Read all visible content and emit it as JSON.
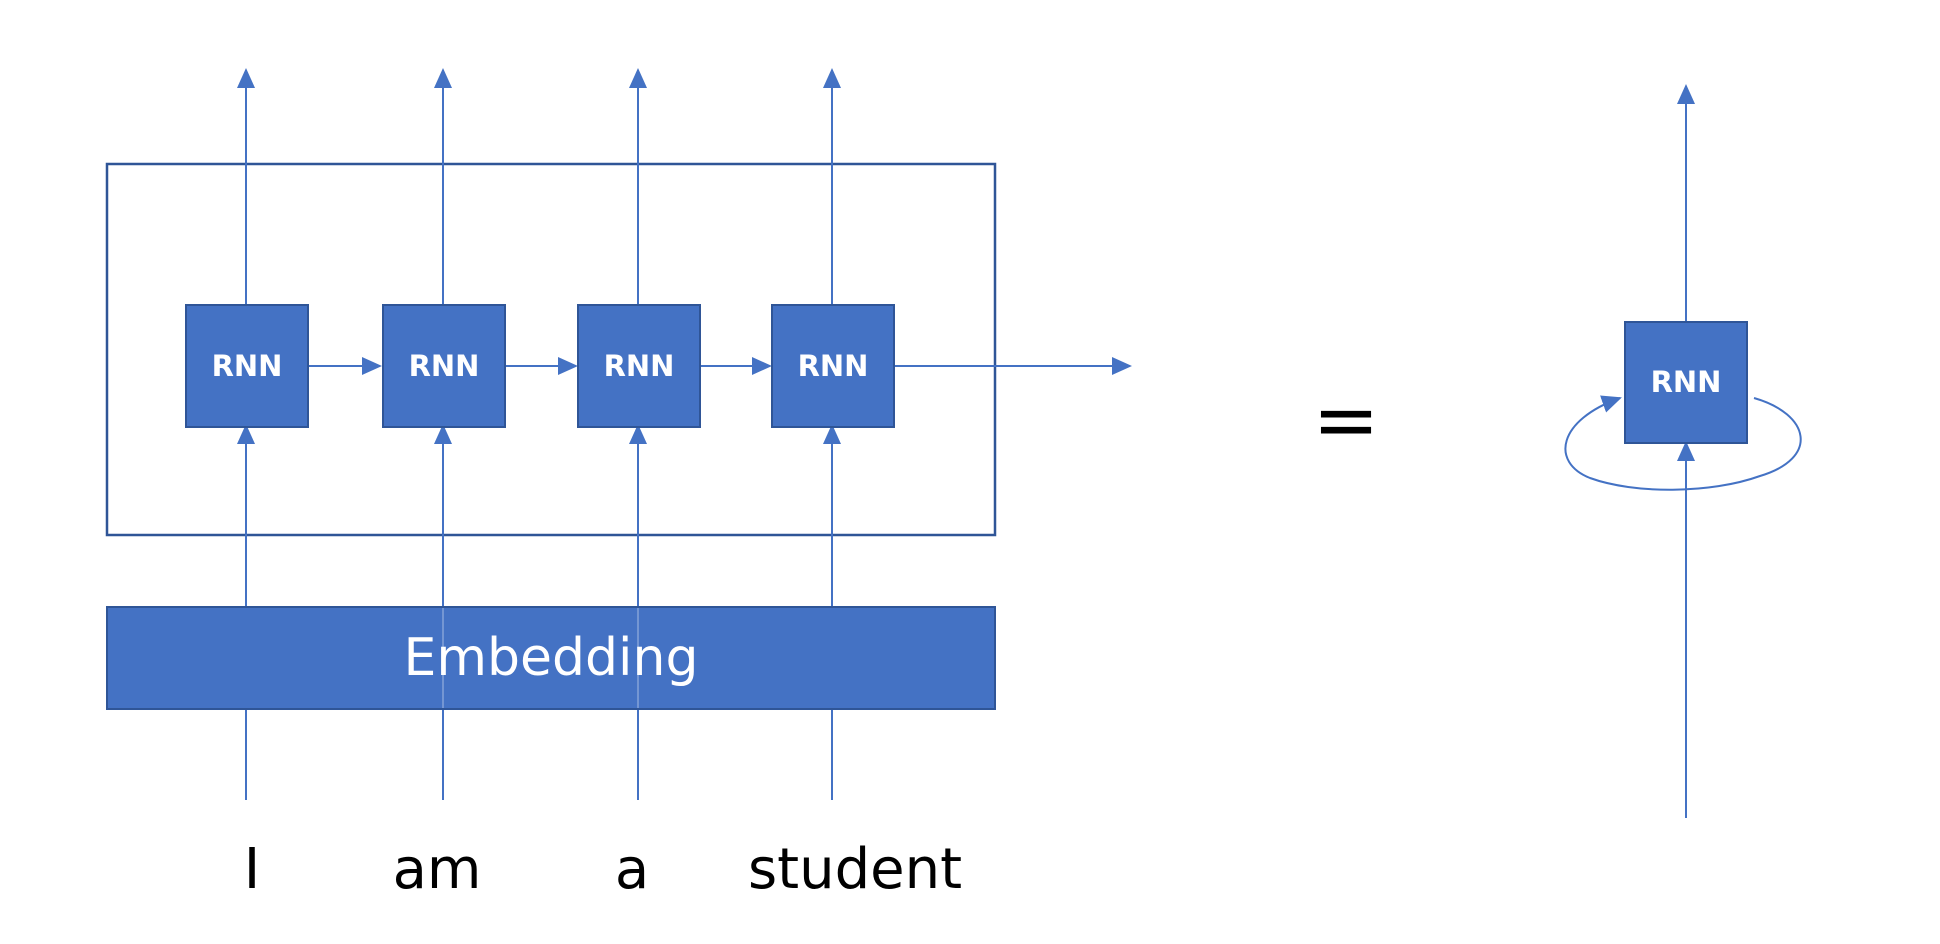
{
  "diagram": {
    "unrolled": {
      "cell_labels": [
        "RNN",
        "RNN",
        "RNN",
        "RNN"
      ],
      "embedding_label": "Embedding",
      "input_words": [
        "I",
        "am",
        "a",
        "student"
      ]
    },
    "equals_sign": "=",
    "rolled": {
      "cell_label": "RNN"
    },
    "colors": {
      "box_fill": "#4472C4",
      "box_border": "#2F5597",
      "line": "#4472C4",
      "text_on_box": "#ffffff",
      "text": "#000000"
    }
  }
}
